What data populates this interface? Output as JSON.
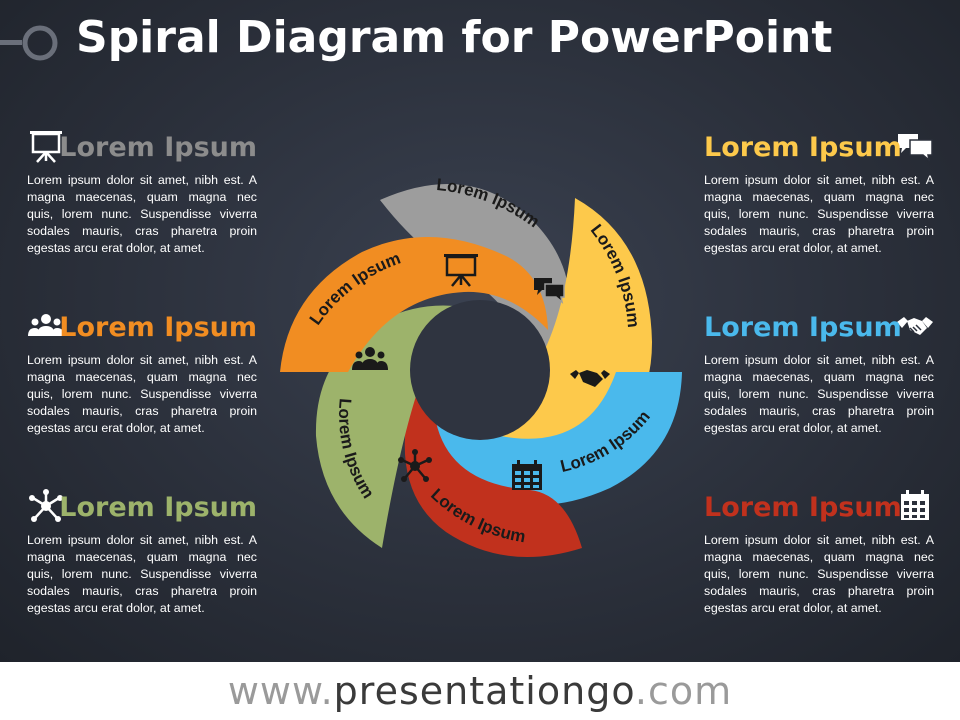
{
  "title": "Spiral Diagram for PowerPoint",
  "footer": {
    "prefix": "www.",
    "brand": "presentationgo",
    "suffix": ".com"
  },
  "colors": {
    "gray": "#9d9d9d",
    "yellow": "#fdc94b",
    "blue": "#4ab9ec",
    "red": "#c1311d",
    "green": "#9db36b",
    "orange": "#f18d22"
  },
  "blocks": [
    {
      "heading": "Lorem Ipsum",
      "color": "#8c8c8c",
      "icon": "presentation-board-icon",
      "text": "Lorem ipsum dolor sit amet, nibh est. A magna maecenas, quam magna nec quis, lorem nunc. Suspendisse viverra sodales mauris, cras pharetra proin egestas arcu erat dolor, at amet."
    },
    {
      "heading": "Lorem Ipsum",
      "color": "#f18d22",
      "icon": "people-group-icon",
      "text": "Lorem ipsum dolor sit amet, nibh est. A magna maecenas, quam magna nec quis, lorem nunc. Suspendisse viverra sodales mauris, cras pharetra proin egestas arcu erat dolor, at amet."
    },
    {
      "heading": "Lorem Ipsum",
      "color": "#9db36b",
      "icon": "network-nodes-icon",
      "text": "Lorem ipsum dolor sit amet, nibh est. A magna maecenas, quam magna nec quis, lorem nunc. Suspendisse viverra sodales mauris, cras pharetra proin egestas arcu erat dolor, at amet."
    },
    {
      "heading": "Lorem Ipsum",
      "color": "#fdc94b",
      "icon": "chat-bubbles-icon",
      "text": "Lorem ipsum dolor sit amet, nibh est. A magna maecenas, quam magna nec quis, lorem nunc. Suspendisse viverra sodales mauris, cras pharetra proin egestas arcu erat dolor, at amet."
    },
    {
      "heading": "Lorem Ipsum",
      "color": "#4ab9ec",
      "icon": "handshake-icon",
      "text": "Lorem ipsum dolor sit amet, nibh est. A magna maecenas, quam magna nec quis, lorem nunc. Suspendisse viverra sodales mauris, cras pharetra proin egestas arcu erat dolor, at amet."
    },
    {
      "heading": "Lorem Ipsum",
      "color": "#c1311d",
      "icon": "calendar-icon",
      "text": "Lorem ipsum dolor sit amet, nibh est. A magna maecenas, quam magna nec quis, lorem nunc. Suspendisse viverra sodales mauris, cras pharetra proin egestas arcu erat dolor, at amet."
    }
  ],
  "spiral": {
    "label": "Lorem Ipsum",
    "segments": [
      {
        "color": "#9d9d9d",
        "icon": "chat-bubbles-icon"
      },
      {
        "color": "#fdc94b",
        "icon": "handshake-icon"
      },
      {
        "color": "#4ab9ec",
        "icon": "calendar-icon"
      },
      {
        "color": "#c1311d",
        "icon": "network-nodes-icon"
      },
      {
        "color": "#9db36b",
        "icon": "people-group-icon"
      },
      {
        "color": "#f18d22",
        "icon": "presentation-board-icon"
      }
    ]
  }
}
